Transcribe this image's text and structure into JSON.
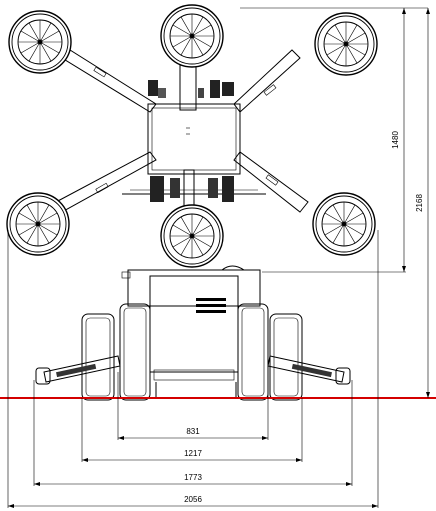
{
  "dimensions": {
    "track_831": "831",
    "track_1217": "1217",
    "track_1773": "1773",
    "width_2056": "2056",
    "height_1480": "1480",
    "height_2168": "2168"
  },
  "colors": {
    "ground_line": "#d40000",
    "line": "#000000",
    "background": "#ffffff"
  }
}
